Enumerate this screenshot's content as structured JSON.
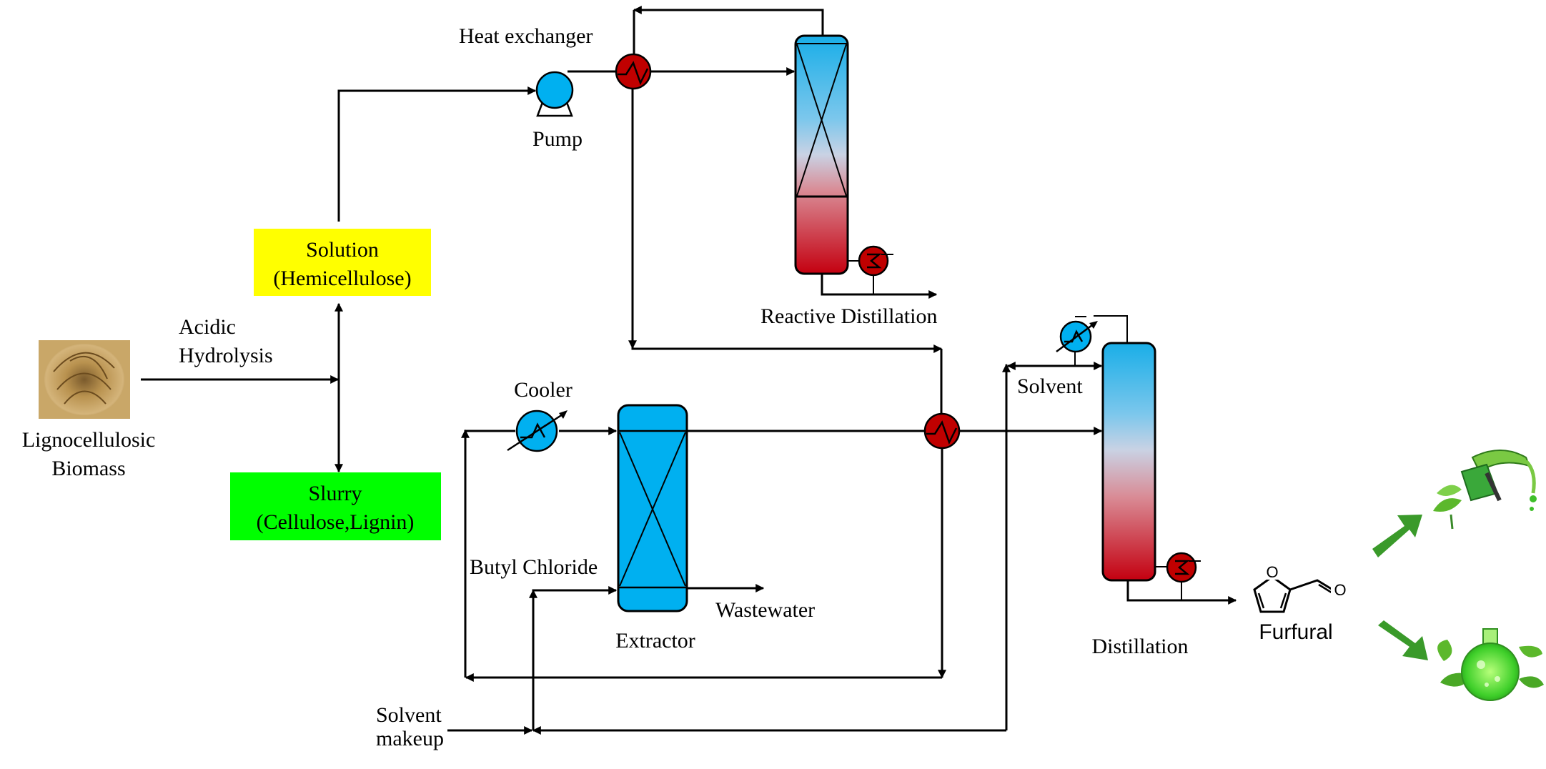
{
  "labels": {
    "heat_exchanger": "Heat exchanger",
    "pump": "Pump",
    "reactive_distillation": "Reactive Distillation",
    "acidic_hydrolysis_line1": "Acidic",
    "acidic_hydrolysis_line2": "Hydrolysis",
    "biomass_line1": "Lignocellulosic",
    "biomass_line2": "Biomass",
    "solution_line1": "Solution",
    "solution_line2": "(Hemicellulose)",
    "slurry_line1": "Slurry",
    "slurry_line2": "(Cellulose,Lignin)",
    "cooler": "Cooler",
    "butyl_chloride": "Butyl Chloride",
    "extractor": "Extractor",
    "wastewater": "Wastewater",
    "solvent": "Solvent",
    "distillation": "Distillation",
    "furfural": "Furfural",
    "solvent_makeup_line1": "Solvent",
    "solvent_makeup_line2": "makeup",
    "furfural_atom_o_ring": "O",
    "furfural_atom_o_aldehyde": "O"
  },
  "colors": {
    "solution_box": "#ffff00",
    "slurry_box": "#00ff00",
    "equipment_blue": "#00b0f0",
    "equipment_red": "#c00000",
    "arrow_green": "#3a9a2a"
  },
  "icons": {
    "biomass": "hay-bale-image",
    "fuel": "fuel-nozzle-with-leaves-icon",
    "chemicals": "green-flask-with-leaves-icon"
  }
}
